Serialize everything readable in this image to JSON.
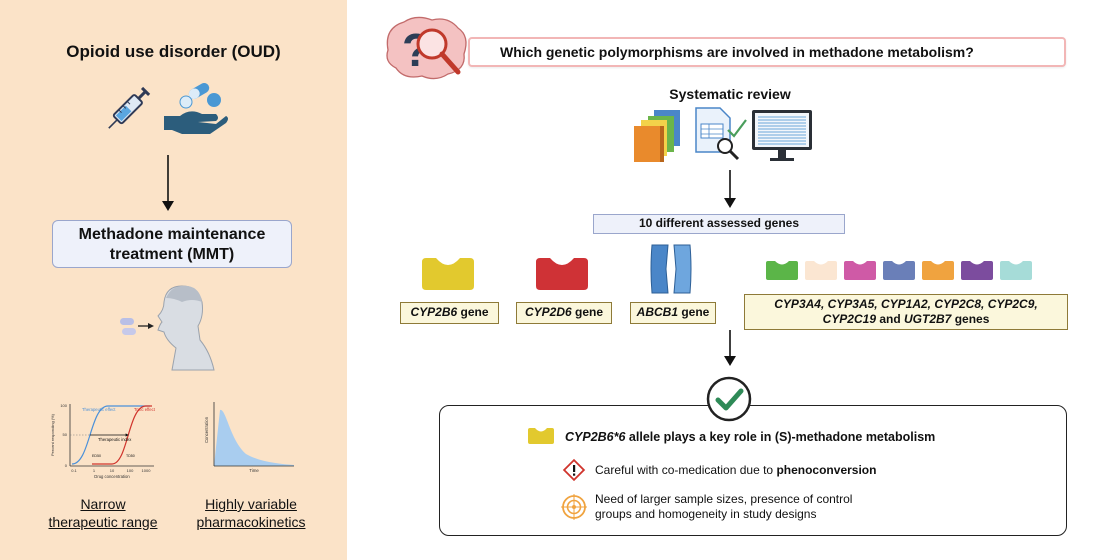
{
  "left": {
    "title": "Opioid use disorder (OUD)",
    "mmt_line1": "Methadone maintenance",
    "mmt_line2": "treatment (MMT)",
    "narrow_line1": "Narrow",
    "narrow_line2": "therapeutic range",
    "pk_line1": "Highly variable",
    "pk_line2": "pharmacokinetics",
    "chart1": {
      "ylabel": "Percent responding (%)",
      "xlabel": "Drug concentration",
      "yticks": [
        "100",
        "50",
        "0"
      ],
      "xticks": [
        "0.1",
        "1",
        "10",
        "100",
        "1000"
      ],
      "therapeutic_effect": "Therapeutic effect",
      "toxic_effect": "Toxic effect",
      "therapeutic_index": "Therapeutic index",
      "ed50": "ED50",
      "td50": "TD50",
      "colors": {
        "therapeutic": "#4a90d9",
        "toxic": "#d0342c"
      }
    },
    "chart2": {
      "ylabel": "Concentration",
      "xlabel": "Time",
      "fill": "#a9cdef"
    }
  },
  "right": {
    "question": "Which genetic polymorphisms are involved in methadone metabolism?",
    "systematic_review": "Systematic review",
    "assessed_genes": "10 different assessed genes",
    "genes": [
      {
        "name": "CYP2B6",
        "suffix": " gene",
        "color": "#e2c92e"
      },
      {
        "name": "CYP2D6",
        "suffix": " gene",
        "color": "#cf3236"
      },
      {
        "name": "ABCB1",
        "suffix": " gene",
        "color": "#4a86c8"
      }
    ],
    "multi_genes": {
      "line1": "CYP3A4, CYP3A5, CYP1A2, CYP2C8, CYP2C9,",
      "line2_italic": "CYP2C19",
      "line2_and": " and ",
      "line2_gene": "UGT2B7",
      "line2_suffix": " genes",
      "colors": [
        "#5bb548",
        "#fbe6d2",
        "#cf5aa6",
        "#6a7fb8",
        "#f0a33f",
        "#7c4c9e",
        "#a6dcd8"
      ]
    },
    "result": {
      "main_italic": "CYP2B6*6",
      "main_rest": " allele plays a key role in (S)-methadone metabolism",
      "caution_pre": "Careful with co-medication due to ",
      "caution_bold": "phenoconversion",
      "need_line1": "Need of larger sample sizes, presence of control",
      "need_line2": "groups and homogeneity in study designs",
      "check_color": "#2e8a57"
    }
  }
}
